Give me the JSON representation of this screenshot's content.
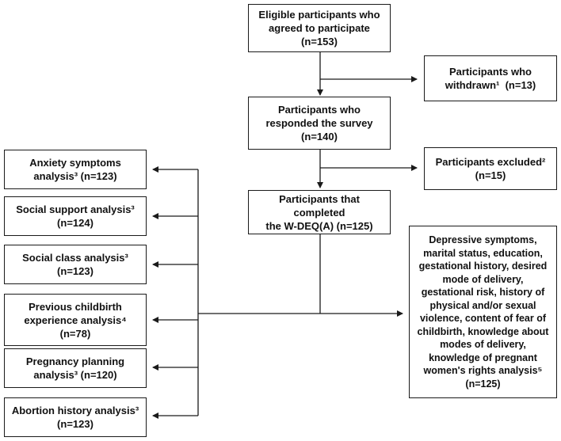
{
  "boxes": {
    "eligible": [
      "Eligible participants who",
      "agreed to participate",
      "(n=153)"
    ],
    "withdrawn": [
      "Participants who",
      "withdrawn¹  (n=13)"
    ],
    "responded": [
      "Participants who",
      "responded the survey",
      "(n=140)"
    ],
    "excluded": [
      "Participants excluded²",
      "(n=15)"
    ],
    "completed": [
      "Participants that completed",
      "the W-DEQ(A) (n=125)"
    ],
    "anxiety": [
      "Anxiety symptoms",
      "analysis³ (n=123)"
    ],
    "social_support": [
      "Social support analysis³",
      "(n=124)"
    ],
    "social_class": [
      "Social class analysis³",
      "(n=123)"
    ],
    "previous_childbirth": [
      "Previous childbirth",
      "experience analysis⁴",
      "(n=78)"
    ],
    "pregnancy_planning": [
      "Pregnancy planning",
      "analysis³ (n=120)"
    ],
    "abortion_history": [
      "Abortion history analysis³",
      "(n=123)"
    ],
    "depressive": [
      "Depressive symptoms,",
      "marital status, education,",
      "gestational history, desired",
      "mode of delivery,",
      "gestational risk, history of",
      "physical and/or sexual",
      "violence, content of fear of",
      "childbirth, knowledge about",
      "modes of delivery,",
      "knowledge of pregnant",
      "women's rights analysis⁵",
      "(n=125)"
    ]
  }
}
